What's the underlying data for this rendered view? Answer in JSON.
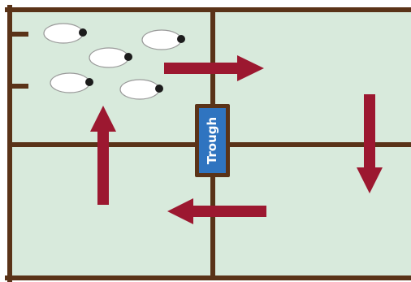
{
  "trough": {
    "label": "Trough"
  },
  "colors": {
    "field": "#d8eadc",
    "fence": "#5a3318",
    "arrow": "#9c1830",
    "trough_fill": "#2f74c0",
    "trough_text": "#ffffff",
    "sheep_body": "#ffffff",
    "sheep_outline": "#9a9a9a",
    "sheep_head": "#1c1c1c"
  },
  "paddocks": [
    "top-left",
    "top-right",
    "bottom-left",
    "bottom-right"
  ],
  "rotation_arrows": [
    {
      "id": "arrow-top-right",
      "direction": "right"
    },
    {
      "id": "arrow-right-down",
      "direction": "down"
    },
    {
      "id": "arrow-bottom-left",
      "direction": "left"
    },
    {
      "id": "arrow-left-up",
      "direction": "up"
    }
  ],
  "sheep_count": 5
}
